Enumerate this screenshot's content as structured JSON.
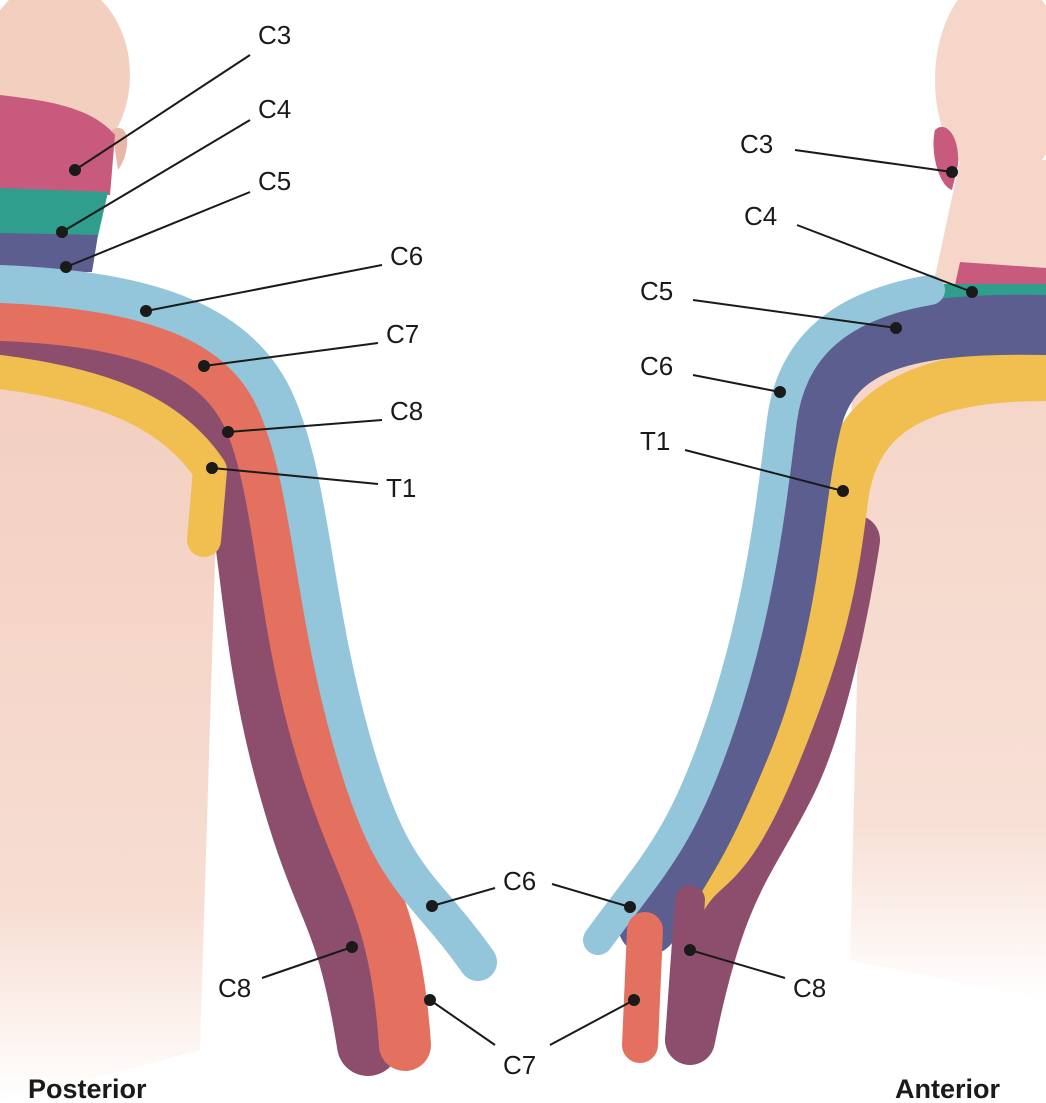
{
  "colors": {
    "skin": "#f4d2c4",
    "C3": "#c85b7d",
    "C4": "#2f9e8c",
    "C5": "#5b5e8e",
    "C6": "#93c6da",
    "C7": "#e4705f",
    "C8": "#8d4e6e",
    "T1": "#f1bf4f"
  },
  "posterior": {
    "title": "Posterior",
    "labels": [
      "C3",
      "C4",
      "C5",
      "C6",
      "C7",
      "C8",
      "T1",
      "C6",
      "C8",
      "C7"
    ]
  },
  "anterior": {
    "title": "Anterior",
    "labels": [
      "C3",
      "C4",
      "C5",
      "C6",
      "T1",
      "C6",
      "C8"
    ]
  }
}
